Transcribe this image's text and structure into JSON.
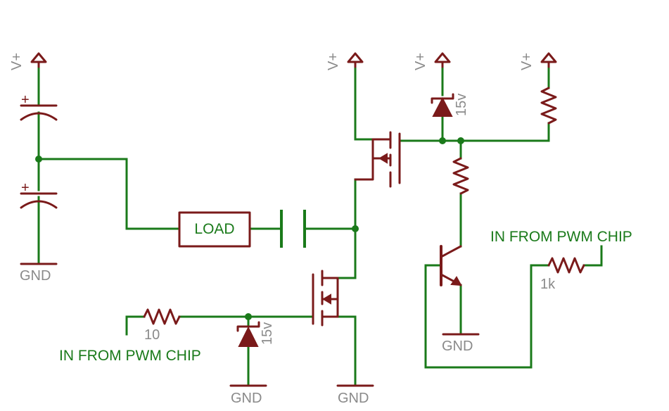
{
  "labels": {
    "supply": "V+",
    "ground": "GND",
    "load": "LOAD",
    "pwm_input": "IN FROM PWM CHIP",
    "zener_rating": "15v",
    "gate_resistor": "10",
    "base_resistor": "1k",
    "capacitor_polarity": "+"
  },
  "colors": {
    "wire": "#1a7a1a",
    "component": "#7a1a1a",
    "label_gray": "#8a8a8a"
  }
}
